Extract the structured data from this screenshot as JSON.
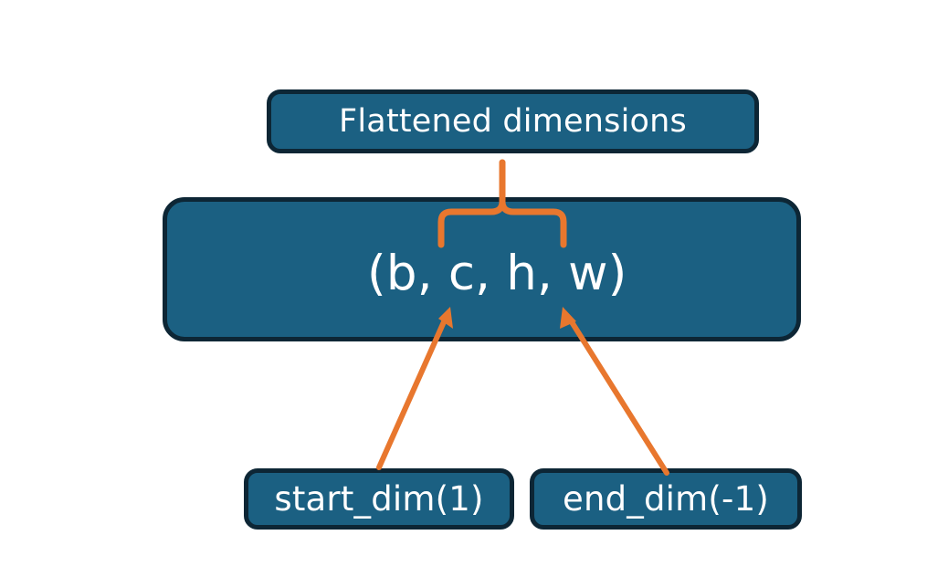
{
  "diagram": {
    "title_node": {
      "label": "Flattened dimensions"
    },
    "shape_node": {
      "label": "(b, c, h, w)"
    },
    "param_nodes": [
      {
        "label": "start_dim(1)"
      },
      {
        "label": "end_dim(-1)"
      }
    ],
    "connectors": {
      "brace": "curly-brace-upward",
      "arrow_left": "arrow-start-dim-to-c",
      "arrow_right": "arrow-end-dim-to-w"
    },
    "colors": {
      "node_fill": "#1b6082",
      "node_border": "#0d2635",
      "node_text": "#ffffff",
      "connector": "#e8772e",
      "background": "#ffffff"
    }
  }
}
